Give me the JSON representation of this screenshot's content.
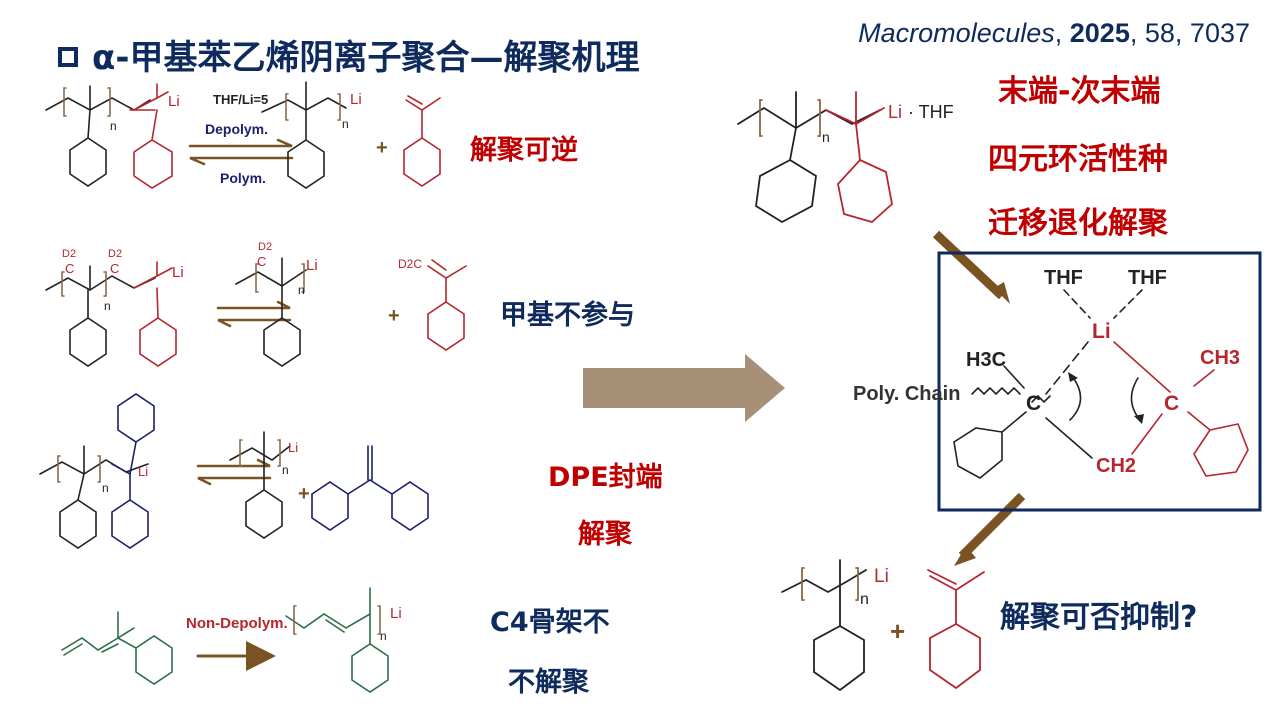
{
  "header": {
    "title_prefix": "α-甲基苯乙烯阴离子聚合—解聚机理",
    "reference": {
      "journal": "Macromolecules",
      "year": "2025",
      "volume": "58",
      "page": "7037"
    }
  },
  "colors": {
    "navy": "#0f2a5c",
    "red": "#c00000",
    "brown": "#7a5322",
    "tan_arrow": "#a89078",
    "chem_red": "#b5262e",
    "chem_navy": "#1c1f6b",
    "chem_green": "#2e6e4a"
  },
  "reactions": [
    {
      "id": "r1",
      "condition": "THF/Li=5",
      "forward": "Depolym.",
      "backward": "Polym.",
      "plus": "+",
      "annotation": "解聚可逆",
      "atoms": {
        "li": "Li",
        "n": "n"
      }
    },
    {
      "id": "r2",
      "annotation": "甲基不参与",
      "plus": "+",
      "atoms": {
        "d2": "D2",
        "c": "C",
        "li": "Li",
        "n": "n",
        "d2c": "D2C"
      }
    },
    {
      "id": "r3",
      "annotation_line1": "DPE封端",
      "annotation_line2": "解聚",
      "plus": "+",
      "atoms": {
        "li": "Li",
        "n": "n"
      }
    },
    {
      "id": "r4",
      "arrow_label": "Non-Depolym.",
      "annotation_line1": "C4骨架不",
      "annotation_line2": "不解聚",
      "atoms": {
        "li": "Li",
        "n": "n"
      }
    }
  ],
  "right_panel": {
    "top_species": {
      "li": "Li",
      "thf": "· THF",
      "n": "n"
    },
    "mechanism_text": [
      "末端-次末端",
      "四元环活性种",
      "迁移退化解聚"
    ],
    "transition_state": {
      "thf_left": "THF",
      "thf_right": "THF",
      "li": "Li",
      "h3c": "H3C",
      "ch3": "CH3",
      "ch2": "CH2",
      "c_left": "C",
      "c_right": "C",
      "chain_label": "Poly. Chain"
    },
    "products": {
      "li": "Li",
      "n": "n",
      "plus": "+"
    },
    "question": "解聚可否抑制?"
  }
}
